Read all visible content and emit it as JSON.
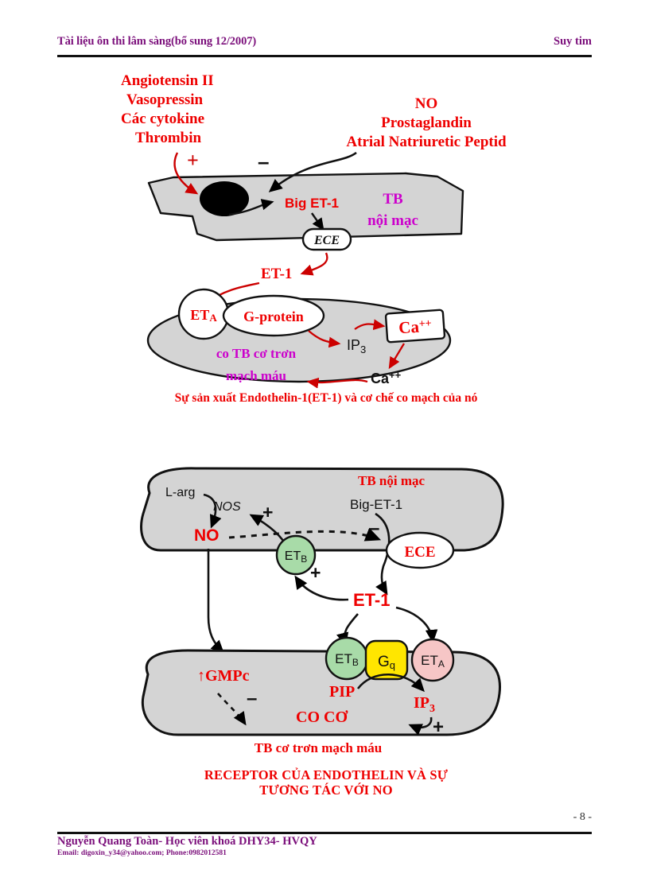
{
  "header": {
    "left": "Tài liệu ôn thi lâm sàng(bổ sung 12/2007)",
    "right": "Suy tim"
  },
  "footer": {
    "page_number": "- 8 -",
    "author": "Nguyễn Quang Toàn- Học viên khoá DHY34- HVQY",
    "contact": "Email: digoxin_y34@yahoo.com; Phone:0982012581"
  },
  "colors": {
    "red": "#ee0000",
    "dark_red": "#cc0000",
    "magenta": "#cc00cc",
    "purple": "#7b0f7b",
    "black": "#000000",
    "cell_gray": "#d4d4d4",
    "green": "#a8dba8",
    "yellow": "#ffe600",
    "pink": "#f6c6c6",
    "white": "#ffffff"
  },
  "figure1": {
    "caption": "Sự sản xuất Endothelin-1(ET-1) và cơ chế co mạch của nó",
    "stimulators": [
      "Angiotensin II",
      "Vasopressin",
      "Các cytokine",
      "Thrombin"
    ],
    "inhibitors": [
      "NO",
      "Prostaglandin",
      "Atrial Natriuretic Peptid"
    ],
    "plus_sign": "+",
    "minus_sign": "–",
    "endothelial_cell_label_line1": "TB",
    "endothelial_cell_label_line2": "nội mạc",
    "big_et1": "Big ET-1",
    "ece": "ECE",
    "et1": "ET-1",
    "eta": "ET",
    "eta_sub": "A",
    "g_protein": "G-protein",
    "ip3": "IP",
    "ip3_sub": "3",
    "ca_box": "Ca",
    "ca_box_sup": "++",
    "ca_free": "Ca",
    "ca_free_sup": "++",
    "smooth_muscle_line1": "co TB cơ trơn",
    "smooth_muscle_line2": "mạch máu"
  },
  "figure2": {
    "caption_line1": "RECEPTOR CỦA ENDOTHELIN VÀ SỰ",
    "caption_line2": "TƯƠNG TÁC VỚI NO",
    "endothelial_cell_label": "TB nội mạc",
    "l_arg": "L-arg",
    "nos": "NOS",
    "no": "NO",
    "big_et1": "Big-ET-1",
    "ece": "ECE",
    "et1": "ET-1",
    "etb_upper": "ET",
    "etb_upper_sub": "B",
    "plus_nos": "+",
    "plus_etb": "+",
    "minus_ece": "–",
    "etb_lower": "ET",
    "etb_lower_sub": "B",
    "gq": "G",
    "gq_sub": "q",
    "eta": "ET",
    "eta_sub": "A",
    "gmpc": "↑GMPc",
    "minus_gmpc": "–",
    "pip": "PIP",
    "ip3": "IP",
    "ip3_sub": "3",
    "plus_ip3": "+",
    "co_co": "CO  CƠ",
    "smooth_muscle_label": "TB cơ trơn mạch máu"
  }
}
